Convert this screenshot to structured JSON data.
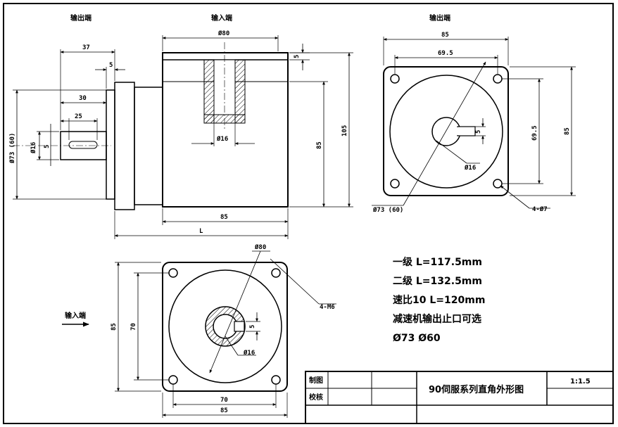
{
  "views": {
    "side": {
      "output_label": "输出端",
      "input_label": "输入端"
    },
    "end": {
      "label": "输出端"
    },
    "flange": {
      "label": "输入端"
    }
  },
  "dimensions": {
    "d37": "37",
    "d5_top": "5",
    "d30": "30",
    "d25": "25",
    "d16_shaft": "Ø16",
    "d5_key": "5",
    "d73_60": "Ø73 (60)",
    "d80_top": "Ø80",
    "d5_right": "5",
    "d16_bore": "Ø16",
    "d85_body": "85",
    "d105": "105",
    "d85_bottom": "85",
    "dL": "L",
    "e85_top": "85",
    "e69_5_top": "69.5",
    "e5_key": "5",
    "e69_5_right": "69.5",
    "e85_right": "85",
    "e16": "Ø16",
    "e73_60": "Ø73 (60)",
    "e4_7": "4-Ø7",
    "f80": "Ø80",
    "f4m6": "4-M6",
    "f85_left": "85",
    "f70_left": "70",
    "f5_key": "5",
    "f16": "Ø16",
    "f70_bottom": "70",
    "f85_bottom": "85"
  },
  "notes": [
    "一级 L=117.5mm",
    "二级 L=132.5mm",
    "速比10  L=120mm",
    "减速机输出止口可选",
    "Ø73  Ø60"
  ],
  "title_block": {
    "drawn_by_label": "制图",
    "checked_by_label": "校核",
    "title": "90伺服系列直角外形图",
    "scale": "1:1.5"
  }
}
